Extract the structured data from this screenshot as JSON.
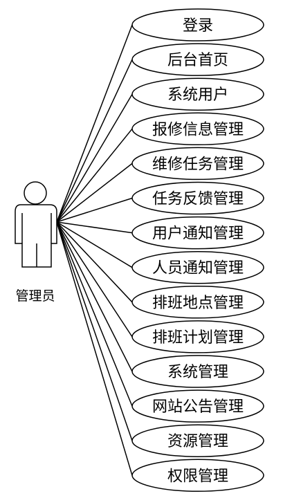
{
  "actor": {
    "label": "管理员"
  },
  "use_cases": [
    {
      "label": "登录"
    },
    {
      "label": "后台首页"
    },
    {
      "label": "系统用户"
    },
    {
      "label": "报修信息管理"
    },
    {
      "label": "维修任务管理"
    },
    {
      "label": "任务反馈管理"
    },
    {
      "label": "用户通知管理"
    },
    {
      "label": "人员通知管理"
    },
    {
      "label": "排班地点管理"
    },
    {
      "label": "排班计划管理"
    },
    {
      "label": "系统管理"
    },
    {
      "label": "网站公告管理"
    },
    {
      "label": "资源管理"
    },
    {
      "label": "权限管理"
    }
  ],
  "colors": {
    "stroke": "#000000",
    "fill": "#ffffff",
    "text": "#000000"
  }
}
